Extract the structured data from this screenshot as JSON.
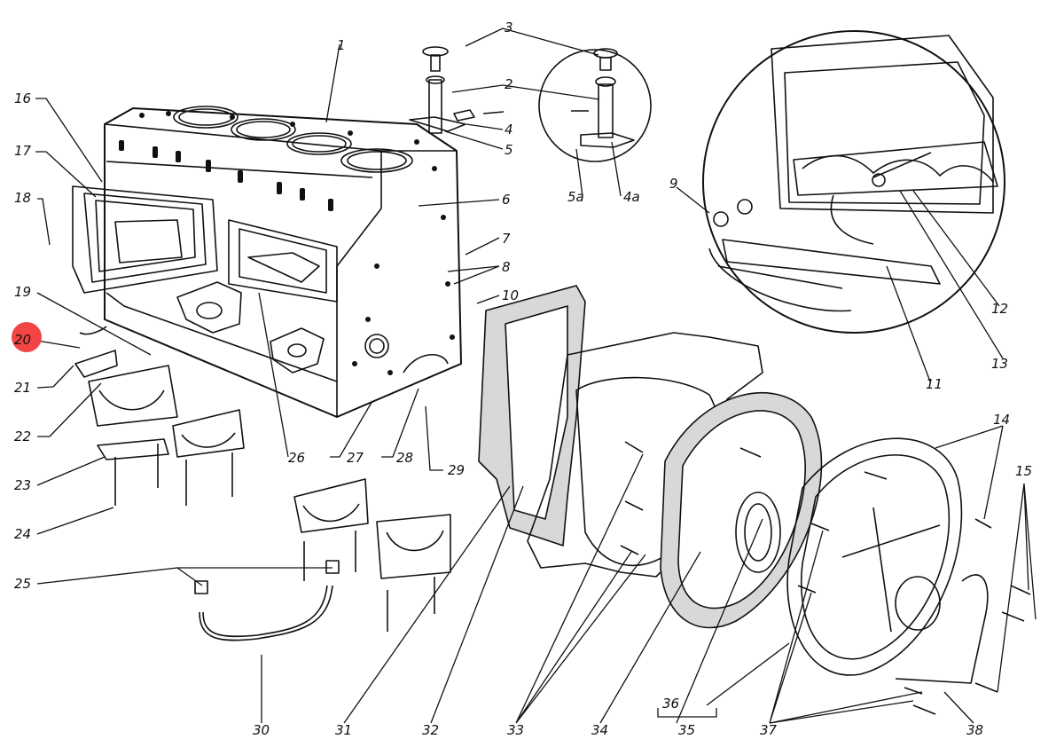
{
  "diagram": {
    "labels": {
      "l1": "1",
      "l2": "2",
      "l3": "3",
      "l4": "4",
      "l4a": "4a",
      "l5": "5",
      "l5a": "5a",
      "l6": "6",
      "l7": "7",
      "l8": "8",
      "l9": "9",
      "l10": "10",
      "l11": "11",
      "l12": "12",
      "l13": "13",
      "l14": "14",
      "l15": "15",
      "l16": "16",
      "l17": "17",
      "l18": "18",
      "l19": "19",
      "l20": "20",
      "l21": "21",
      "l22": "22",
      "l23": "23",
      "l24": "24",
      "l25": "25",
      "l26": "26",
      "l27": "27",
      "l28": "28",
      "l29": "29",
      "l30": "30",
      "l31": "31",
      "l32": "32",
      "l33": "33",
      "l34": "34",
      "l35": "35",
      "l36": "36",
      "l37": "37",
      "l38": "38"
    },
    "highlight_color": "#f23b3b",
    "highlighted_label": "20"
  }
}
